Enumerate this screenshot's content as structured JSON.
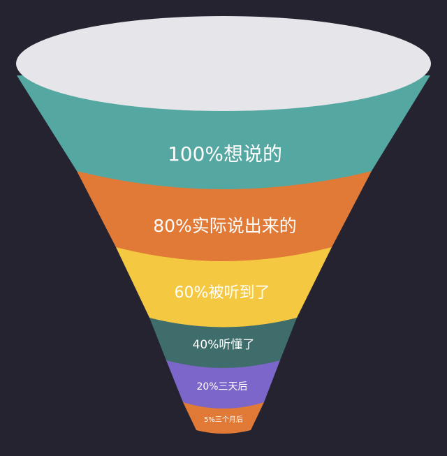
{
  "funnel": {
    "rim_color": "#e6e6ea",
    "stages": [
      {
        "label": "100%想说的",
        "color": "#55a7a2"
      },
      {
        "label": "80%实际说出来的",
        "color": "#e07a36"
      },
      {
        "label": "60%被听到了",
        "color": "#f5c842"
      },
      {
        "label": "40%听懂了",
        "color": "#3f6d6b"
      },
      {
        "label": "20%三天后",
        "color": "#7d66c9"
      },
      {
        "label": "5%三个月后",
        "color": "#e07a36"
      }
    ]
  }
}
